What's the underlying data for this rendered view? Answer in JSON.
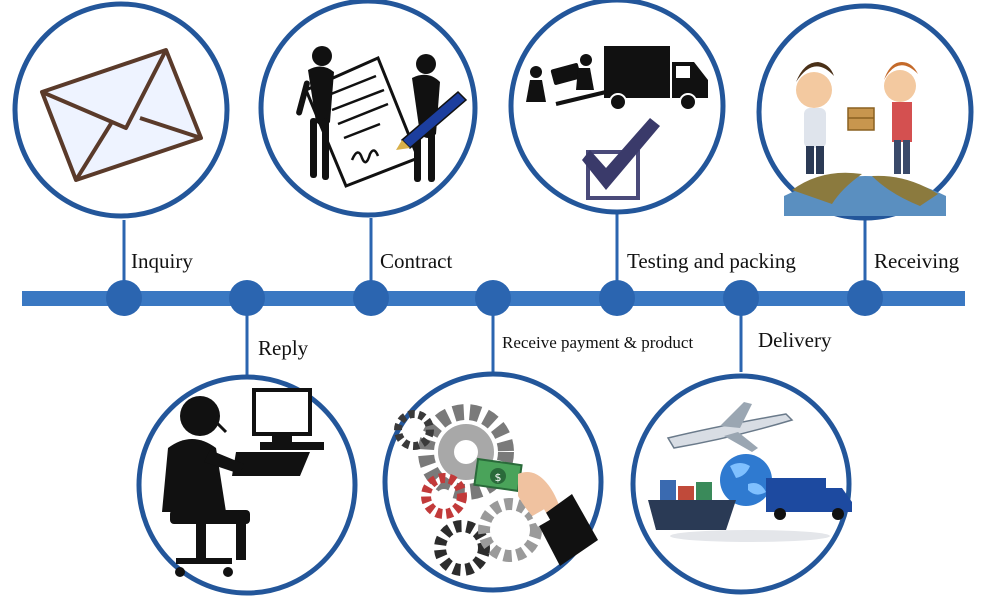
{
  "colors": {
    "timeline": "#3a78c2",
    "node": "#2b65b0",
    "circle_border": "#23569a",
    "text": "#111111"
  },
  "steps": [
    {
      "label": "Inquiry",
      "icon": "envelope-icon"
    },
    {
      "label": "Reply",
      "icon": "operator-at-computer-icon"
    },
    {
      "label": "Contract",
      "icon": "signing-contract-icon"
    },
    {
      "label": "Receive payment & product",
      "icon": "gears-and-payment-icon"
    },
    {
      "label": "Testing and packing",
      "icon": "truck-and-checkmark-icon"
    },
    {
      "label": "Delivery",
      "icon": "global-shipping-icon"
    },
    {
      "label": "Receiving",
      "icon": "handover-package-icon"
    }
  ]
}
